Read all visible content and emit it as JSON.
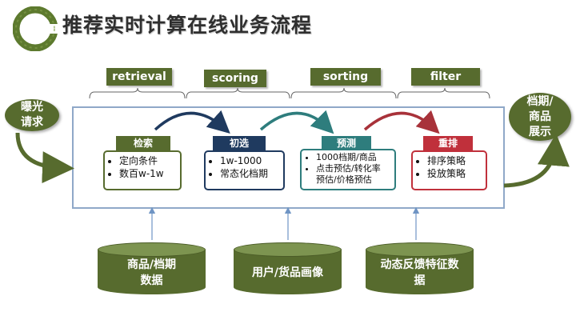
{
  "title": "推荐实时计算在线业务流程",
  "phases": [
    "retrieval",
    "scoring",
    "sorting",
    "filter"
  ],
  "input": "曝光\n请求",
  "output": "档期/\n商品\n展示",
  "stages": [
    {
      "title": "检索",
      "items": [
        "定向条件",
        "数百w-1w"
      ],
      "color": "#576b2e"
    },
    {
      "title": "初选",
      "items": [
        "1w-1000",
        "常态化档期"
      ],
      "color": "#1f3a5f"
    },
    {
      "title": "预测",
      "items": [
        "1000档期/商品",
        "点击预估/转化率\n预估/价格预估"
      ],
      "color": "#2e7d7d"
    },
    {
      "title": "重排",
      "items": [
        "排序策略",
        "投放策略"
      ],
      "color": "#c0303b"
    }
  ],
  "databases": [
    "商品/档期\n数据",
    "用户/货品画像",
    "动态反馈特征数\n据"
  ]
}
